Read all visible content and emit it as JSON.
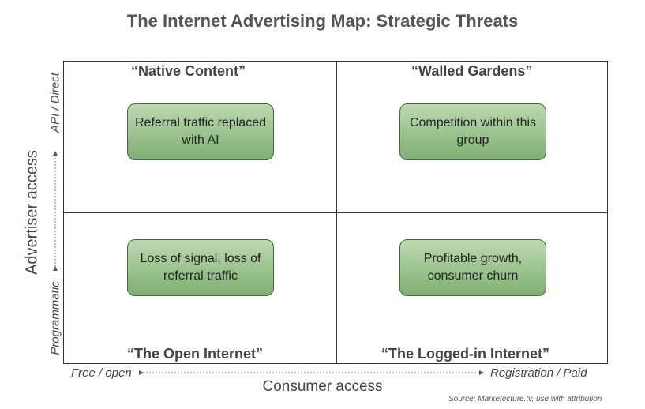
{
  "title": "The Internet Advertising Map: Strategic Threats",
  "axes": {
    "x_title": "Consumer access",
    "x_left": "Free / open",
    "x_right": "Registration / Paid",
    "y_title": "Advertiser access",
    "y_top": "API / Direct",
    "y_bottom": "Programmatic"
  },
  "quadrants": {
    "top_left": {
      "label": "“Native Content”",
      "box": "Referral traffic replaced with AI"
    },
    "top_right": {
      "label": "“Walled Gardens”",
      "box": "Competition within this group"
    },
    "bottom_left": {
      "label": "“The Open Internet”",
      "box": "Loss of signal, loss of referral traffic"
    },
    "bottom_right": {
      "label": "“The Logged-in Internet”",
      "box": "Profitable growth, consumer churn"
    }
  },
  "source": "Source: Marketecture.tv, use with attribution",
  "colors": {
    "box_fill_top": "#bcd9b0",
    "box_fill_bottom": "#7faf73",
    "box_border": "#3f6b3a"
  }
}
